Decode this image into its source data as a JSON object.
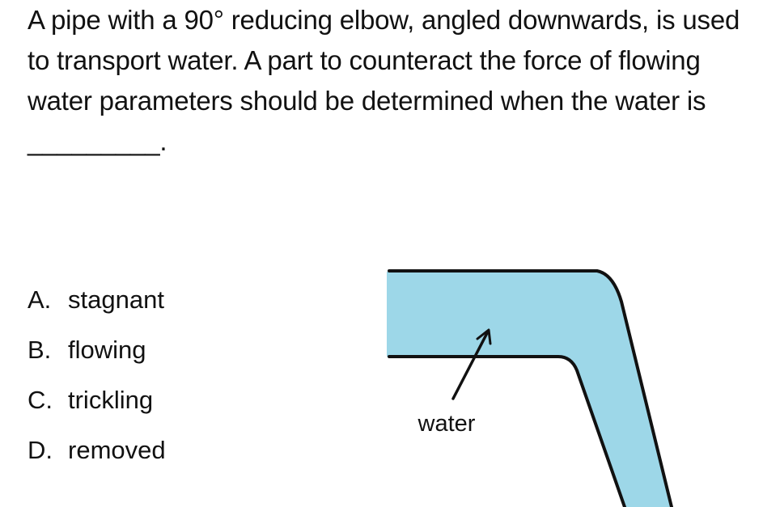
{
  "question": {
    "text": "A pipe with a 90° reducing elbow, angled downwards, is used to transport water. A part to counteract the force of flowing water parameters should be determined when the water is _________."
  },
  "options": [
    {
      "letter": "A.",
      "text": "stagnant"
    },
    {
      "letter": "B.",
      "text": "flowing"
    },
    {
      "letter": "C.",
      "text": "trickling"
    },
    {
      "letter": "D.",
      "text": "removed"
    }
  ],
  "diagram": {
    "water_label": "water",
    "water_color": "#9DD7E8",
    "wall_color": "#111111"
  }
}
